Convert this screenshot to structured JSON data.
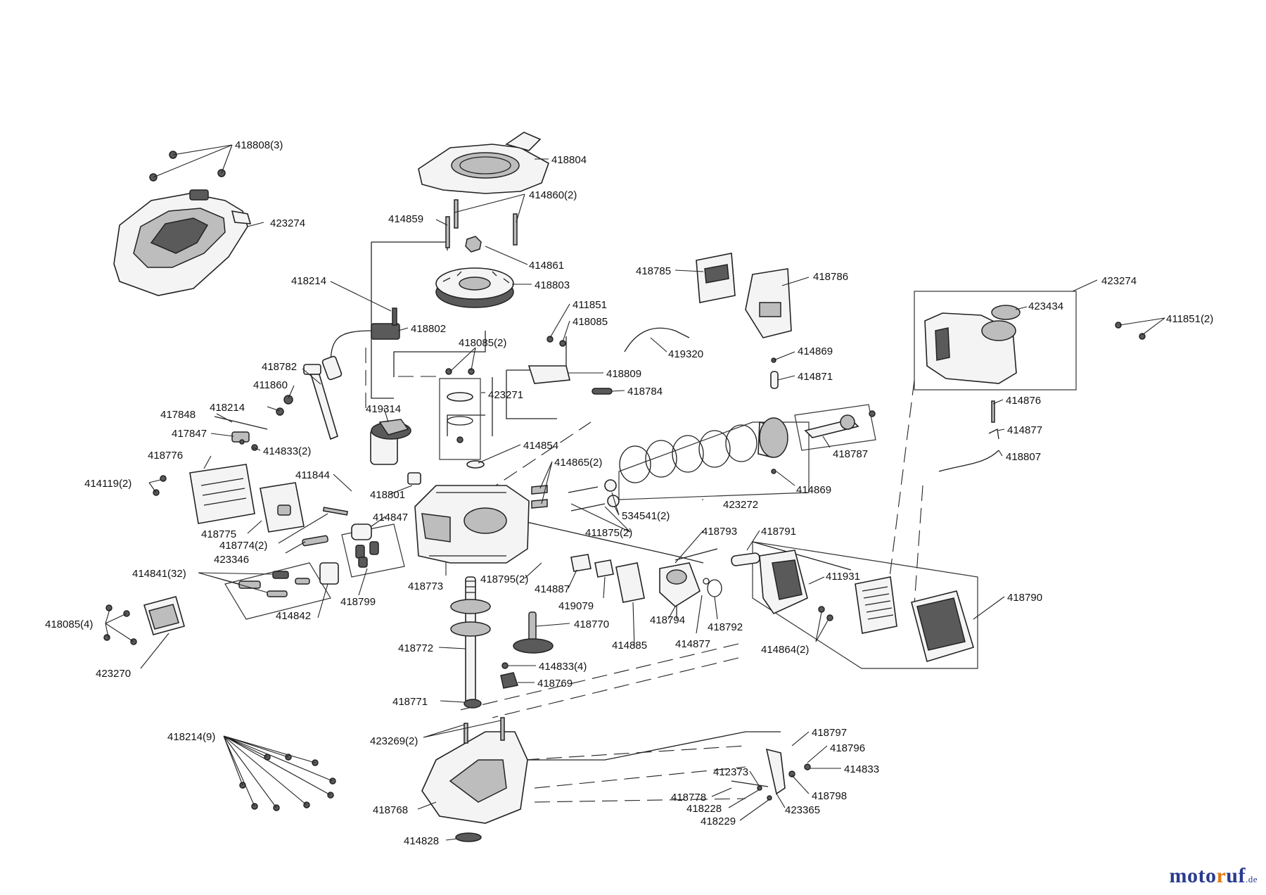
{
  "brand": {
    "part1": "moto",
    "part2": "r",
    "part3": "uf",
    "tld": ".de"
  },
  "labels": [
    {
      "id": "l01",
      "text": "418808(3)"
    },
    {
      "id": "l02",
      "text": "418804"
    },
    {
      "id": "l03",
      "text": "423274"
    },
    {
      "id": "l04",
      "text": "414860(2)"
    },
    {
      "id": "l05",
      "text": "414859"
    },
    {
      "id": "l06",
      "text": "414861"
    },
    {
      "id": "l07",
      "text": "418803"
    },
    {
      "id": "l08",
      "text": "418214"
    },
    {
      "id": "l09",
      "text": "418802"
    },
    {
      "id": "l10",
      "text": "418785"
    },
    {
      "id": "l11",
      "text": "418786"
    },
    {
      "id": "l12",
      "text": "423274"
    },
    {
      "id": "l13",
      "text": "423434"
    },
    {
      "id": "l14",
      "text": "411851(2)"
    },
    {
      "id": "l15",
      "text": "411851"
    },
    {
      "id": "l16",
      "text": "418085"
    },
    {
      "id": "l17",
      "text": "419320"
    },
    {
      "id": "l18",
      "text": "418085(2)"
    },
    {
      "id": "l19",
      "text": "414869"
    },
    {
      "id": "l20",
      "text": "418782"
    },
    {
      "id": "l21",
      "text": "418809"
    },
    {
      "id": "l22",
      "text": "414871"
    },
    {
      "id": "l23",
      "text": "411860"
    },
    {
      "id": "l24",
      "text": "423271"
    },
    {
      "id": "l25",
      "text": "418784"
    },
    {
      "id": "l26",
      "text": "414876"
    },
    {
      "id": "l27",
      "text": "418214"
    },
    {
      "id": "l28",
      "text": "419314"
    },
    {
      "id": "l29",
      "text": "417848"
    },
    {
      "id": "l30",
      "text": "414877"
    },
    {
      "id": "l31",
      "text": "417847"
    },
    {
      "id": "l32",
      "text": "414833(2)"
    },
    {
      "id": "l33",
      "text": "414854"
    },
    {
      "id": "l34",
      "text": "418787"
    },
    {
      "id": "l35",
      "text": "418776"
    },
    {
      "id": "l36",
      "text": "414865(2)"
    },
    {
      "id": "l37",
      "text": "418807"
    },
    {
      "id": "l38",
      "text": "411844"
    },
    {
      "id": "l39",
      "text": "414119(2)"
    },
    {
      "id": "l40",
      "text": "418801"
    },
    {
      "id": "l41",
      "text": "414869"
    },
    {
      "id": "l42",
      "text": "423272"
    },
    {
      "id": "l43",
      "text": "414847"
    },
    {
      "id": "l44",
      "text": "534541(2)"
    },
    {
      "id": "l45",
      "text": "418775"
    },
    {
      "id": "l46",
      "text": "418774(2)"
    },
    {
      "id": "l47",
      "text": "411875(2)"
    },
    {
      "id": "l48",
      "text": "418793"
    },
    {
      "id": "l49",
      "text": "418791"
    },
    {
      "id": "l50",
      "text": "423346"
    },
    {
      "id": "l51",
      "text": "411931"
    },
    {
      "id": "l52",
      "text": "414841(32)"
    },
    {
      "id": "l53",
      "text": "418795(2)"
    },
    {
      "id": "l54",
      "text": "418773"
    },
    {
      "id": "l55",
      "text": "414887"
    },
    {
      "id": "l56",
      "text": "418790"
    },
    {
      "id": "l57",
      "text": "418799"
    },
    {
      "id": "l58",
      "text": "419079"
    },
    {
      "id": "l59",
      "text": "418085(4)"
    },
    {
      "id": "l60",
      "text": "414842"
    },
    {
      "id": "l61",
      "text": "418770"
    },
    {
      "id": "l62",
      "text": "418794"
    },
    {
      "id": "l63",
      "text": "418792"
    },
    {
      "id": "l64",
      "text": "414864(2)"
    },
    {
      "id": "l65",
      "text": "418772"
    },
    {
      "id": "l66",
      "text": "414885"
    },
    {
      "id": "l67",
      "text": "414877"
    },
    {
      "id": "l68",
      "text": "423270"
    },
    {
      "id": "l69",
      "text": "414833(4)"
    },
    {
      "id": "l70",
      "text": "418769"
    },
    {
      "id": "l71",
      "text": "418771"
    },
    {
      "id": "l72",
      "text": "418214(9)"
    },
    {
      "id": "l73",
      "text": "418797"
    },
    {
      "id": "l74",
      "text": "423269(2)"
    },
    {
      "id": "l75",
      "text": "418796"
    },
    {
      "id": "l76",
      "text": "412373"
    },
    {
      "id": "l77",
      "text": "414833"
    },
    {
      "id": "l78",
      "text": "418778"
    },
    {
      "id": "l79",
      "text": "418798"
    },
    {
      "id": "l80",
      "text": "418228"
    },
    {
      "id": "l81",
      "text": "418768"
    },
    {
      "id": "l82",
      "text": "423365"
    },
    {
      "id": "l83",
      "text": "418229"
    },
    {
      "id": "l84",
      "text": "414828"
    }
  ]
}
